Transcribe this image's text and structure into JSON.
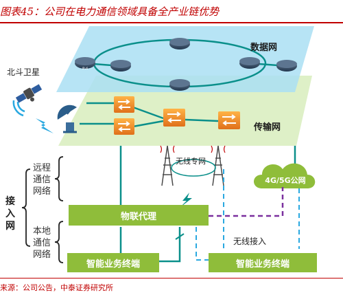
{
  "figure": {
    "title": "图表45：公司在电力通信领域具备全产业链优势",
    "source": "来源：公司公告，中泰证券研究所"
  },
  "layers": {
    "data_network": "数据网",
    "transport_network": "传输网"
  },
  "satellite": {
    "label": "北斗卫星"
  },
  "wireless_private": {
    "label": "无线专网"
  },
  "public_network": {
    "label": "4G/5G公网"
  },
  "access_network": {
    "label": "接入网",
    "remote": "远程通信网络",
    "local": "本地通信网络"
  },
  "iot_proxy": {
    "label": "物联代理"
  },
  "wireless_access": {
    "label": "无线接入"
  },
  "terminals": {
    "left": "智能业务终端",
    "right": "智能业务终端"
  },
  "router_tag": "IPv6",
  "colors": {
    "title_red": "#c00000",
    "data_layer": "#aadff3",
    "transport_layer": "#dcefc4",
    "accent_green": "#8fbd3a",
    "link_teal": "#0a8f8a",
    "purple_dash": "#7a2f9e",
    "blue_dash": "#29a8e0",
    "switch_orange": "#f28a1e"
  }
}
